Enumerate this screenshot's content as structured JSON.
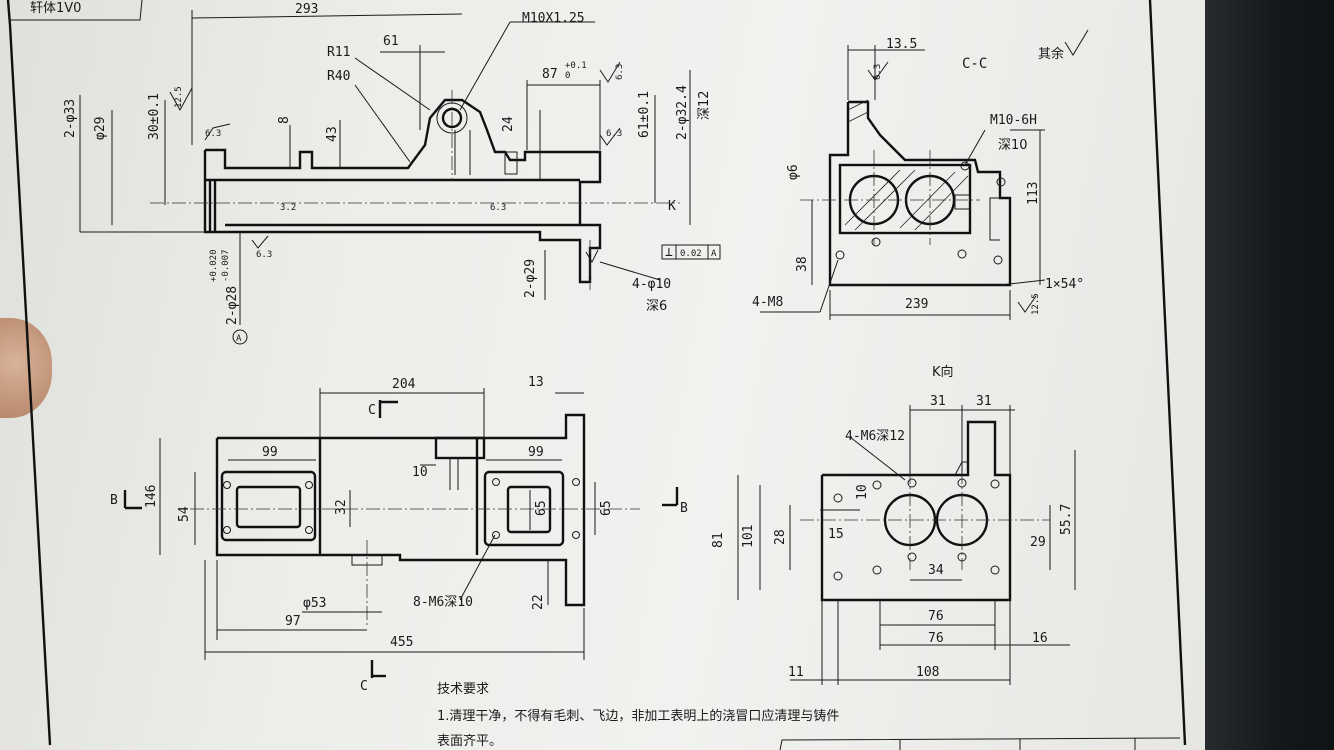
{
  "title_block": {
    "partial": "轩体1V0"
  },
  "section_label": "C-C",
  "view_k_label": "K向",
  "remaining_finish": "其余",
  "markers": {
    "b": "B",
    "c": "C",
    "k": "K",
    "a": "A"
  },
  "dims_top": {
    "d293": "293",
    "d61": "61",
    "m10": "M10X1.25",
    "r11": "R11",
    "r40": "R40",
    "d87": "87",
    "d87_tol": "+0.1",
    "d87_tol2": "0",
    "d43": "43",
    "d8": "8",
    "d24": "24",
    "phi33": "2-φ33",
    "phi29": "φ29",
    "d30": "30±0.1",
    "d61b": "61±0.1",
    "phi32": "2-φ32.4",
    "deep12": "深12",
    "phi28": "2-φ28",
    "phi28_tol": "+0.020",
    "phi28_tol2": "-0.007",
    "phi29b": "2-φ29",
    "phi10": "4-φ10",
    "deep6": "深6",
    "fc1": "⊥",
    "fc2": "0.02",
    "fc3": "A",
    "ra63": "6.3",
    "ra125": "12.5",
    "ra32": "3.2"
  },
  "dims_section": {
    "d135": "13.5",
    "m10_6h": "M10-6H",
    "deep10": "深10",
    "d113": "113",
    "phi6": "φ6",
    "d38": "38",
    "d239": "239",
    "m8": "4-M8",
    "chamfer": "1×54°"
  },
  "dims_front": {
    "d204": "204",
    "d13": "13",
    "d99": "99",
    "d99b": "99",
    "d146": "146",
    "d54": "54",
    "d32": "32",
    "d10": "10",
    "d65": "65",
    "d65b": "65",
    "phi53": "φ53",
    "d97": "97",
    "d455": "455",
    "m6_8": "8-M6深10",
    "d22": "22"
  },
  "dims_k": {
    "d31": "31",
    "d31b": "31",
    "m6_4": "4-M6深12",
    "d10": "10",
    "d81": "81",
    "d101": "101",
    "d28": "28",
    "d15": "15",
    "d34": "34",
    "d29": "29",
    "d557": "55.7",
    "d76": "76",
    "d76b": "76",
    "d16": "16",
    "d11": "11",
    "d108": "108"
  },
  "notes": {
    "heading": "技术要求",
    "line1": "1.清理干净，不得有毛刺、飞边，非加工表明上的浇冒口应清理与铸件",
    "line2": "表面齐平。"
  }
}
